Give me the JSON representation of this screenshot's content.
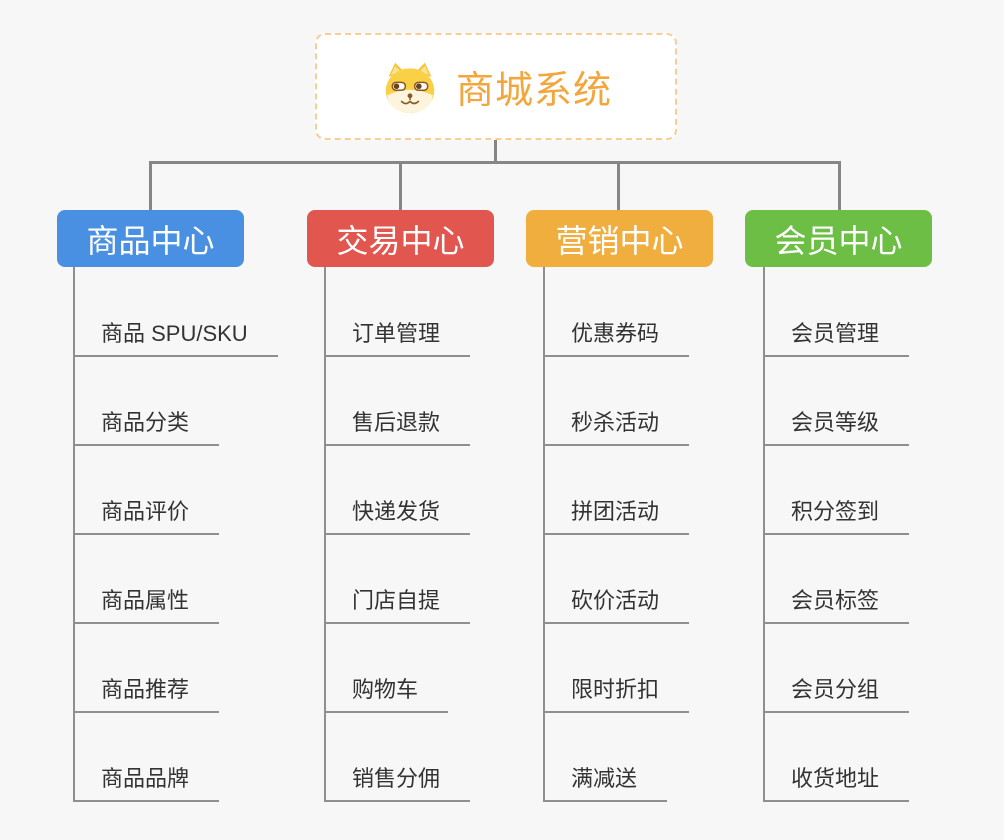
{
  "root": {
    "title": "商城系统",
    "icon": "shiba-dog-icon",
    "text_color": "#F2A63C",
    "border_color": "#F6CE96"
  },
  "branches": [
    {
      "label": "商品中心",
      "color": "#4A90E2",
      "items": [
        "商品 SPU/SKU",
        "商品分类",
        "商品评价",
        "商品属性",
        "商品推荐",
        "商品品牌"
      ]
    },
    {
      "label": "交易中心",
      "color": "#E25650",
      "items": [
        "订单管理",
        "售后退款",
        "快递发货",
        "门店自提",
        "购物车",
        "销售分佣"
      ]
    },
    {
      "label": "营销中心",
      "color": "#EFAE3E",
      "items": [
        "优惠券码",
        "秒杀活动",
        "拼团活动",
        "砍价活动",
        "限时折扣",
        "满减送"
      ]
    },
    {
      "label": "会员中心",
      "color": "#6DBE45",
      "items": [
        "会员管理",
        "会员等级",
        "积分签到",
        "会员标签",
        "会员分组",
        "收货地址"
      ]
    }
  ],
  "style": {
    "background": "#F7F7F7",
    "connector_color": "#868686",
    "leaf_line_color": "#8F8F8F",
    "leaf_text_color": "#333333"
  }
}
